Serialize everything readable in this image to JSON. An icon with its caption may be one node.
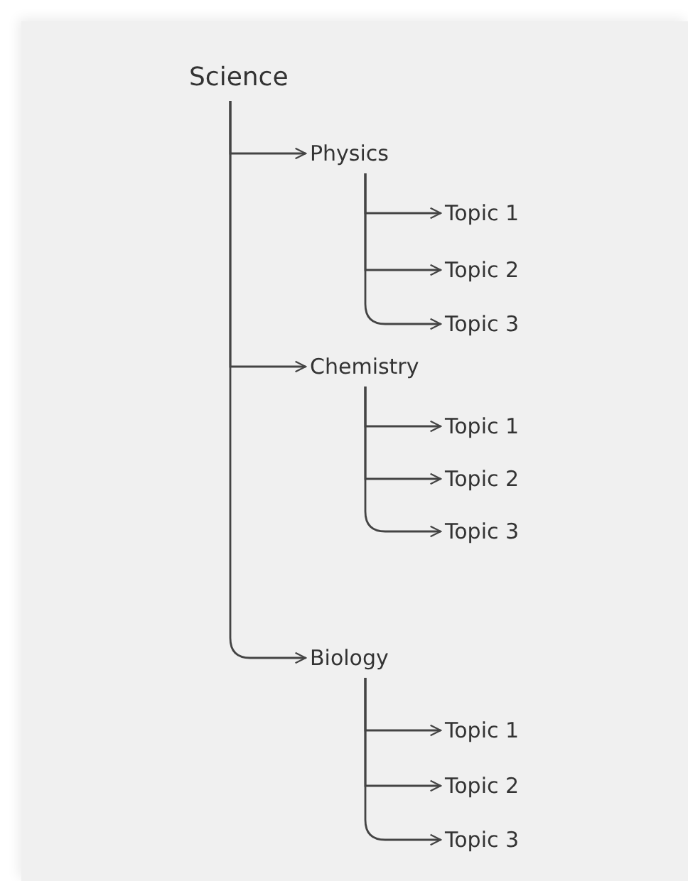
{
  "diagram": {
    "nodes": [
      {
        "text": [
          "Science"
        ]
      },
      {
        "text": [
          "Physics"
        ]
      },
      {
        "text": [
          "Topic 1"
        ]
      },
      {
        "text": [
          "Topic 2"
        ]
      },
      {
        "text": [
          "Topic 3"
        ]
      },
      {
        "text": [
          "Chemistry"
        ]
      },
      {
        "text": [
          "Topic 1"
        ]
      },
      {
        "text": [
          "Topic 2"
        ]
      },
      {
        "text": [
          "Topic 3"
        ]
      },
      {
        "text": [
          "Biology"
        ]
      },
      {
        "text": [
          "Topic 1"
        ]
      },
      {
        "text": [
          "Topic 2"
        ]
      },
      {
        "text": [
          "Topic 3"
        ]
      }
    ],
    "edges": [
      {
        "from": 0,
        "to": 1,
        "arrow": "to"
      },
      {
        "from": 1,
        "to": 2,
        "arrow": "to"
      },
      {
        "from": 1,
        "to": 3,
        "arrow": "to"
      },
      {
        "from": 1,
        "to": 4,
        "arrow": "to"
      },
      {
        "from": 0,
        "to": 5,
        "arrow": "to"
      },
      {
        "from": 5,
        "to": 6,
        "arrow": "to"
      },
      {
        "from": 5,
        "to": 7,
        "arrow": "to"
      },
      {
        "from": 5,
        "to": 8,
        "arrow": "to"
      },
      {
        "from": 0,
        "to": 9,
        "arrow": "to"
      },
      {
        "from": 9,
        "to": 10,
        "arrow": "to"
      },
      {
        "from": 9,
        "to": 11,
        "arrow": "to"
      },
      {
        "from": 9,
        "to": 12,
        "arrow": "to"
      }
    ]
  }
}
